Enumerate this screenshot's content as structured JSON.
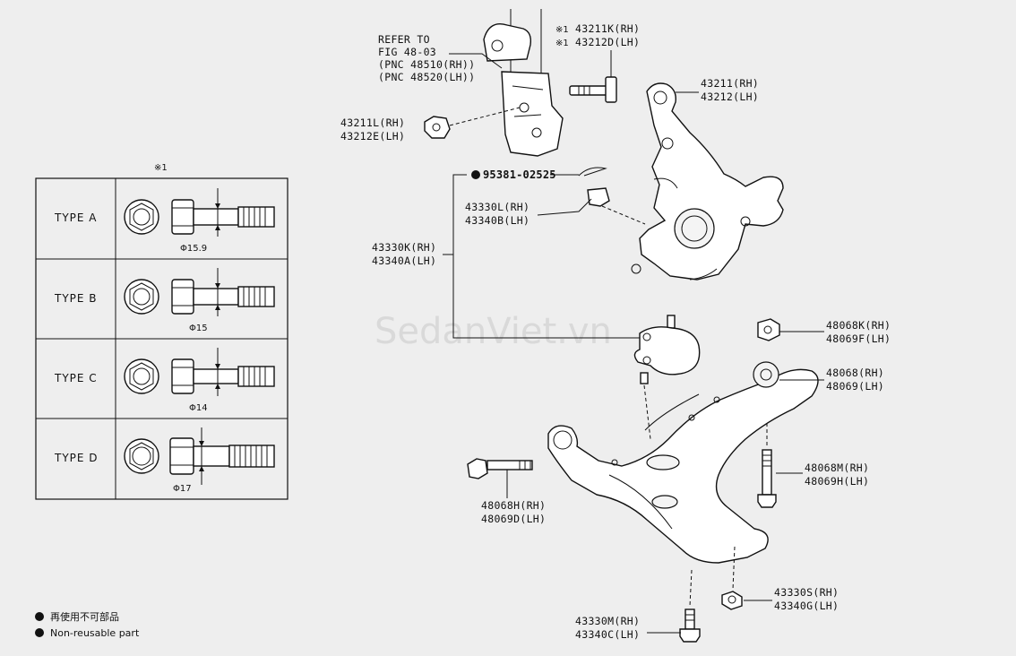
{
  "watermark": "SedanViet.vn",
  "refer_note": {
    "line1": "REFER TO",
    "line2": "FIG 48-03",
    "line3": "(PNC 48510(RH))",
    "line4": "(PNC 48520(LH))"
  },
  "note_mark": "※1",
  "labels": {
    "bolt_k": {
      "mark": "※1",
      "rh": "43211K(RH)",
      "lh": "43212D(LH)",
      "mark2": "※1"
    },
    "knuckle": {
      "rh": "43211(RH)",
      "lh": "43212(LH)"
    },
    "nut_l": {
      "rh": "43211L(RH)",
      "lh": "43212E(LH)"
    },
    "cotter": "95381-02525",
    "nut_ball": {
      "rh": "43330L(RH)",
      "lh": "43340B(LH)"
    },
    "ball_joint": {
      "rh": "43330K(RH)",
      "lh": "43340A(LH)"
    },
    "nut_arm": {
      "rh": "48068K(RH)",
      "lh": "48069F(LH)"
    },
    "arm": {
      "rh": "48068(RH)",
      "lh": "48069(LH)"
    },
    "bolt_m": {
      "rh": "48068M(RH)",
      "lh": "48069H(LH)"
    },
    "bolt_h": {
      "rh": "48068H(RH)",
      "lh": "48069D(LH)"
    },
    "nut_s": {
      "rh": "43330S(RH)",
      "lh": "43340G(LH)"
    },
    "bolt_mm": {
      "rh": "43330M(RH)",
      "lh": "43340C(LH)"
    }
  },
  "types": [
    {
      "name": "TYPE A",
      "dia": "Φ15.9"
    },
    {
      "name": "TYPE B",
      "dia": "Φ15"
    },
    {
      "name": "TYPE C",
      "dia": "Φ14"
    },
    {
      "name": "TYPE D",
      "dia": "Φ17"
    }
  ],
  "legend": [
    {
      "text": "再使用不可部品"
    },
    {
      "text": "Non-reusable part"
    }
  ]
}
